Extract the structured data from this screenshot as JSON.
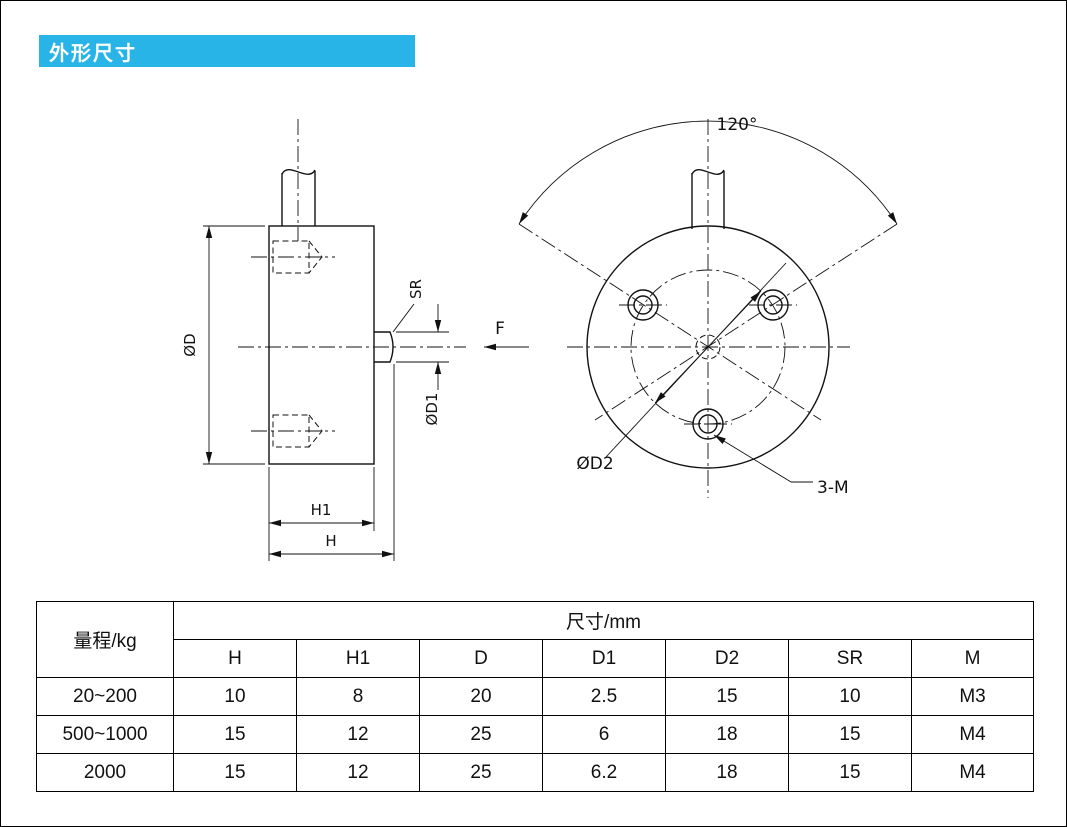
{
  "page": {
    "title_banner": "外形尺寸",
    "banner_color": "#29b4e8"
  },
  "drawing": {
    "side_view": {
      "dia_d": "ØD",
      "sr": "SR",
      "force": "F",
      "dia_d1": "ØD1",
      "h1": "H1",
      "h": "H"
    },
    "top_view": {
      "angle": "120°",
      "dia_d2": "ØD2",
      "holes": "3-M"
    }
  },
  "table": {
    "range_header": "量程/kg",
    "size_header": "尺寸/mm",
    "columns": [
      "H",
      "H1",
      "D",
      "D1",
      "D2",
      "SR",
      "M"
    ],
    "rows": [
      {
        "range": "20~200",
        "values": [
          "10",
          "8",
          "20",
          "2.5",
          "15",
          "10",
          "M3"
        ]
      },
      {
        "range": "500~1000",
        "values": [
          "15",
          "12",
          "25",
          "6",
          "18",
          "15",
          "M4"
        ]
      },
      {
        "range": "2000",
        "values": [
          "15",
          "12",
          "25",
          "6.2",
          "18",
          "15",
          "M4"
        ]
      }
    ]
  }
}
